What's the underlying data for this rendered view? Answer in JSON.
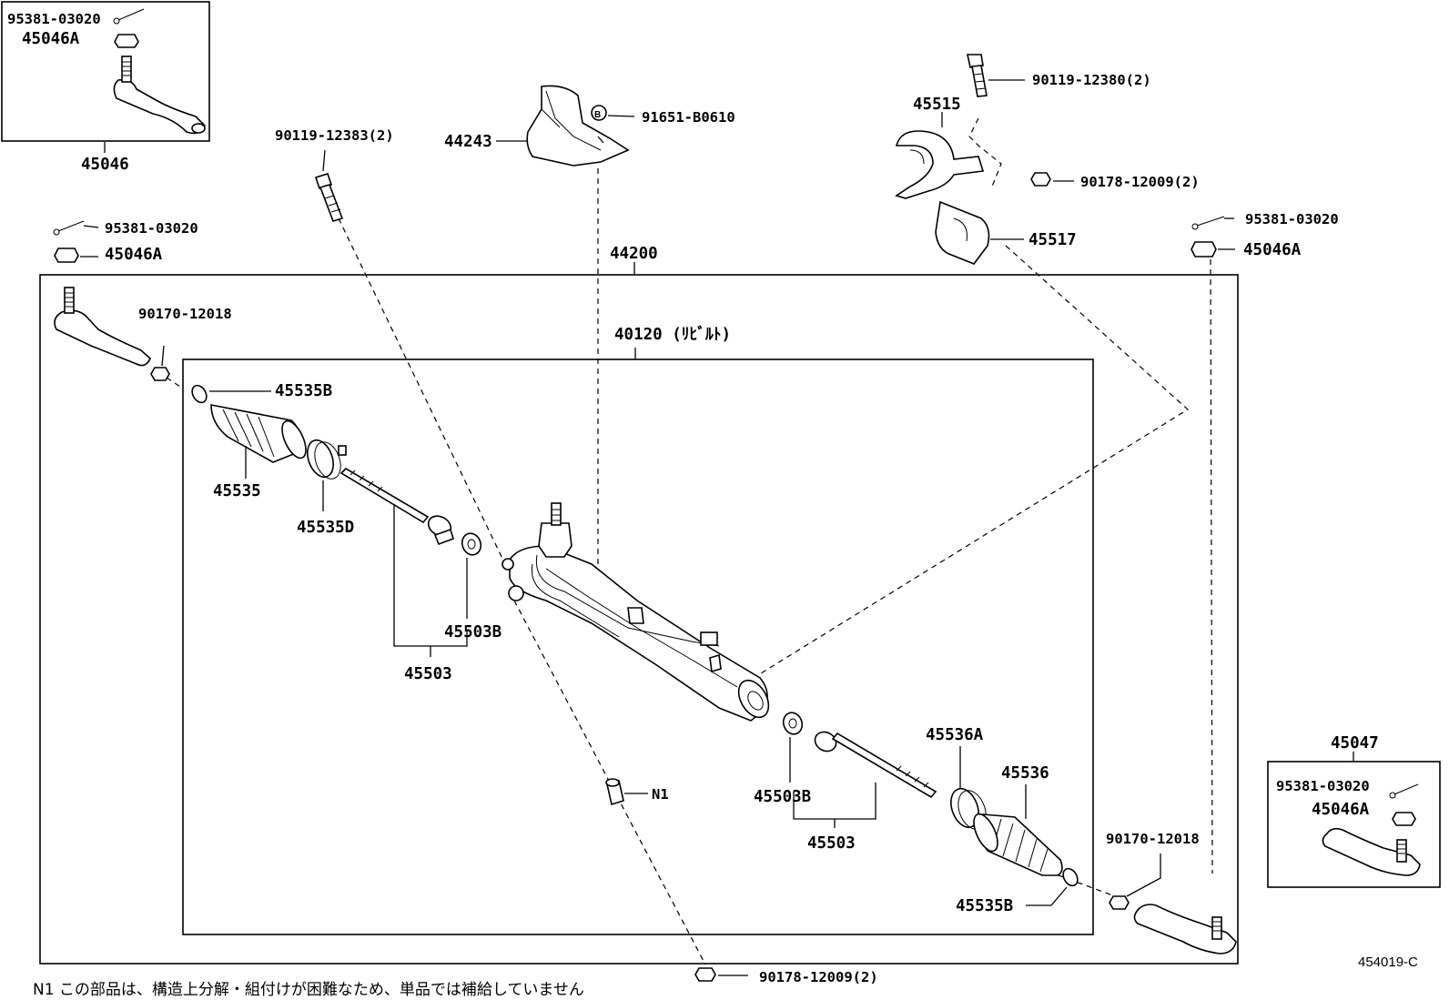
{
  "diagram_code": "454019-C",
  "note": "N1  この部品は、構造上分解・組付けが困難なため、単品では補給していません",
  "labels": {
    "p_95381_03020_tl": "95381-03020",
    "p_45046A_tl": "45046A",
    "p_45046": "45046",
    "p_95381_03020_l": "95381-03020",
    "p_45046A_l": "45046A",
    "p_90119_12383": "90119-12383(2)",
    "p_44243": "44243",
    "p_91651_B0610": "91651-B0610",
    "p_44200": "44200",
    "p_90119_12380": "90119-12380(2)",
    "p_45515": "45515",
    "p_90178_12009_top": "90178-12009(2)",
    "p_45517": "45517",
    "p_95381_03020_r": "95381-03020",
    "p_45046A_r": "45046A",
    "p_90170_12018_l": "90170-12018",
    "p_40120": "40120 (ﾘﾋﾞﾙﾄ)",
    "p_45535B_l": "45535B",
    "p_45535": "45535",
    "p_45535D": "45535D",
    "p_45503B_l": "45503B",
    "p_45503_l": "45503",
    "p_N1": "N1",
    "p_45536A": "45536A",
    "p_45536": "45536",
    "p_45503B_r": "45503B",
    "p_45503_r": "45503",
    "p_90170_12018_r": "90170-12018",
    "p_45535B_r": "45535B",
    "p_45047": "45047",
    "p_95381_03020_br": "95381-03020",
    "p_45046A_br": "45046A",
    "p_90178_12009_bottom": "90178-12009(2)"
  }
}
